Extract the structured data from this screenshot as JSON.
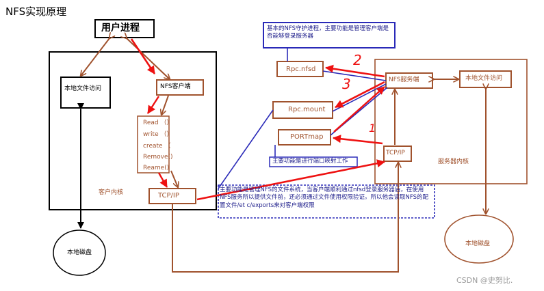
{
  "title": "NFS实现原理",
  "client": {
    "user_process": "用户进程",
    "local_file_access": "本地文件访问",
    "nfs_client": "NFS客户端",
    "calls": [
      "Read （）",
      "write （）",
      "create （",
      "Remove()",
      "Reame()"
    ],
    "kernel_label": "客户内核",
    "tcpip": "TCP/IP",
    "local_disk": "本地磁盘"
  },
  "server": {
    "rpc_nfsd": "Rpc.nfsd",
    "rpc_mount": "Rpc.mount",
    "portmap": "PORTmap",
    "nfs_server": "NFS服务端",
    "local_file_access": "本地文件访问",
    "tcpip": "TCP/IP",
    "kernel_label": "服务器内核",
    "local_disk": "本地磁盘"
  },
  "notes": {
    "nfsd_note": "基本的NFS守护进程，主要功能是管理客户端是否能够登录服务器",
    "portmap_note": "主要功能是进行端口映射工作",
    "mount_note": "主要功能是管理NFS的文件系统，当客户端顺利通过nfsd登录服务器后，在使用NFS服务所以提供文件前，还必须通过文件使用权限验证。所以他会读取NFS的配置文件/et c/exports来对客户端权限"
  },
  "step_numbers": [
    "2",
    "3",
    "1"
  ],
  "watermark": "CSDN @史努比.",
  "colors": {
    "brown": "#a0522d",
    "red": "#ee1111",
    "blue": "#2a2ab8",
    "black": "#000000"
  }
}
